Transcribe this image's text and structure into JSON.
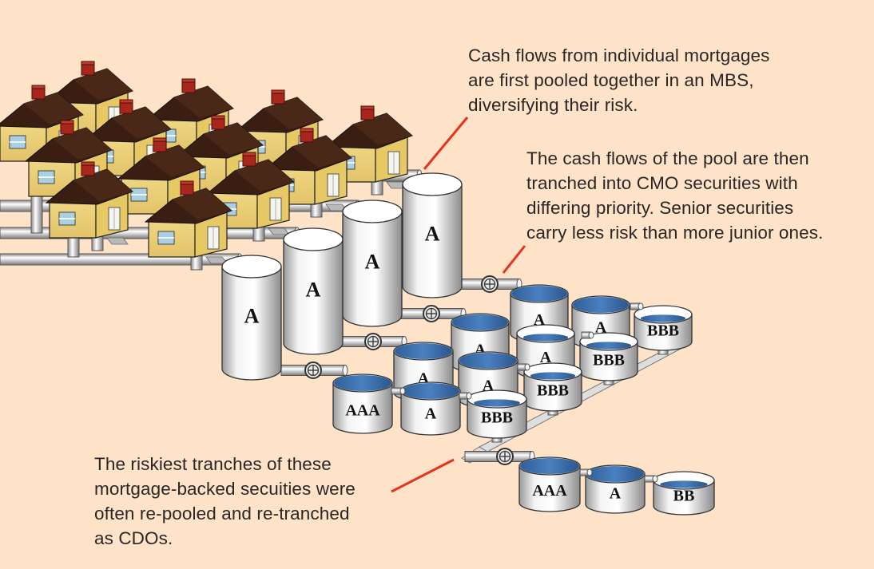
{
  "figure": {
    "background_color": "#fee3c9",
    "leader_line_color": "#e8321e",
    "house_wall_color": "#f0d77c",
    "house_roof_color": "#3a1e12",
    "chimney_color": "#a8261c",
    "liquid_color": "#3c6ea8",
    "tank_color": "#eeeeee"
  },
  "captions": {
    "mbs": {
      "lines": [
        "Cash flows from individual mortgages",
        "are first pooled together in an MBS,",
        "diversifying their risk."
      ]
    },
    "cmo": {
      "lines": [
        "The cash flows of the pool are then",
        "tranched into CMO securities with",
        "differing priority. Senior securities",
        "carry less risk than more junior ones."
      ]
    },
    "cdo": {
      "lines": [
        "The riskiest tranches of these",
        "mortgage-backed secuities were",
        "often re-pooled and re-tranched",
        "as CDOs."
      ]
    }
  },
  "houses": {
    "count": 13,
    "icon": "house-icon"
  },
  "mbs_pools": [
    {
      "label": "A"
    },
    {
      "label": "A"
    },
    {
      "label": "A"
    },
    {
      "label": "A"
    }
  ],
  "cmo_tranches": [
    {
      "group": 1,
      "label": "AAA"
    },
    {
      "group": 1,
      "label": "A"
    },
    {
      "group": 1,
      "label": "BBB"
    },
    {
      "group": 2,
      "label": "A"
    },
    {
      "group": 2,
      "label": "A"
    },
    {
      "group": 2,
      "label": "BBB"
    },
    {
      "group": 3,
      "label": "A"
    },
    {
      "group": 3,
      "label": "A"
    },
    {
      "group": 3,
      "label": "BBB"
    },
    {
      "group": 4,
      "label": "A"
    },
    {
      "group": 4,
      "label": "A"
    },
    {
      "group": 4,
      "label": "BBB"
    }
  ],
  "cdo_tranches": [
    {
      "label": "AAA"
    },
    {
      "label": "A"
    },
    {
      "label": "BB"
    }
  ],
  "icons": {
    "valve": "valve-icon",
    "pipe": "pipe-icon"
  }
}
